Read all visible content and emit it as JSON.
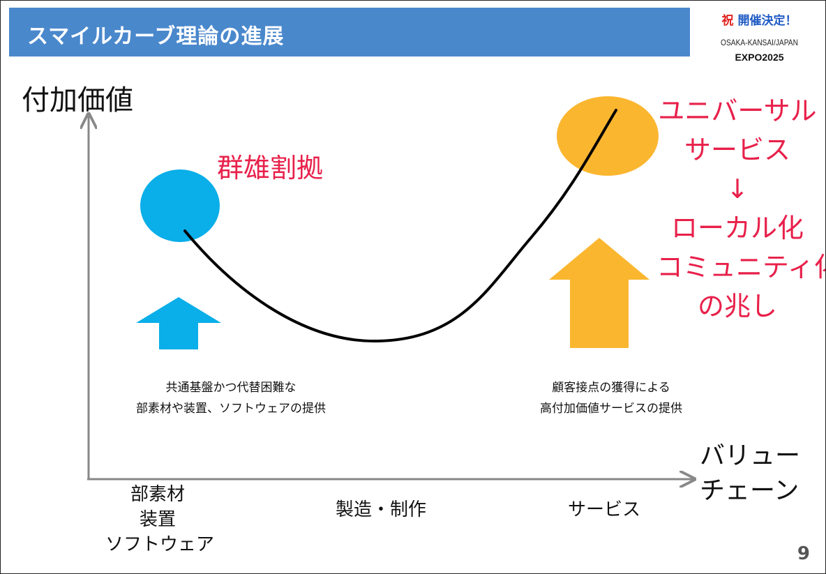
{
  "slide": {
    "title": "スマイルカーブ理論の進展",
    "page_number": "9"
  },
  "expo_badge": {
    "celebrate": "祝",
    "decided": "開催決定！",
    "location": "OSAKA-KANSAI/JAPAN",
    "name": "EXPO2025"
  },
  "axes": {
    "y_label": "付加価値",
    "x_label_lines": [
      "バリュー",
      "チェーン"
    ]
  },
  "categories": {
    "left_lines": [
      "部素材",
      "装置",
      "ソフトウェア"
    ],
    "middle": "製造・制作",
    "right": "サービス"
  },
  "annotations": {
    "left_heading": "群雄割拠",
    "left_description_lines": [
      "共通基盤かつ代替困難な",
      "部素材や装置、ソフトウェアの提供"
    ],
    "right_description_lines": [
      "顧客接点の獲得による",
      "高付加価値サービスの提供"
    ],
    "right_heading_lines": [
      "ユニバーサル",
      "サービス",
      "↓",
      "ローカル化",
      "コミュニティ化",
      "の兆し"
    ]
  },
  "colors": {
    "title_bar": "#4a88cc",
    "left_shape": "#0aaee8",
    "right_shape": "#fbb630",
    "highlight_text": "#e8204a",
    "curve": "#000000"
  }
}
